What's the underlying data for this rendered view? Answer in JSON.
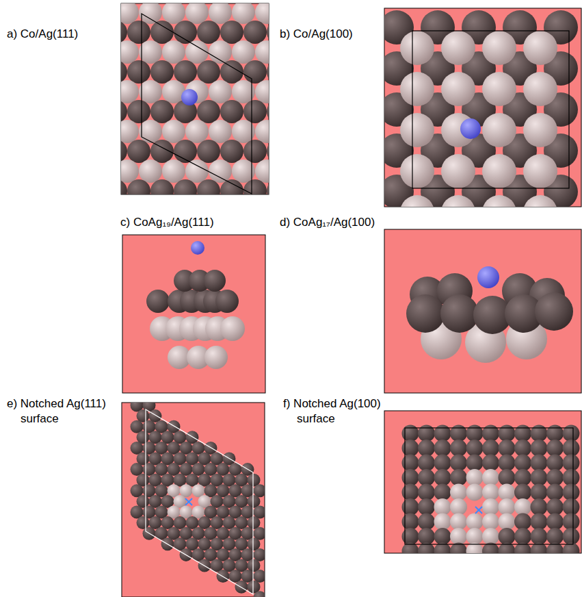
{
  "diagram": {
    "labels": [
      "a) Co/Ag(111)",
      "b) Co/Ag(100)",
      "c) CoAg₁₉/Ag(111)",
      "d) CoAg₁₇/Ag(100)",
      "e) Notched Ag(111) surface",
      "f) Notched Ag(100) surface"
    ]
  }
}
